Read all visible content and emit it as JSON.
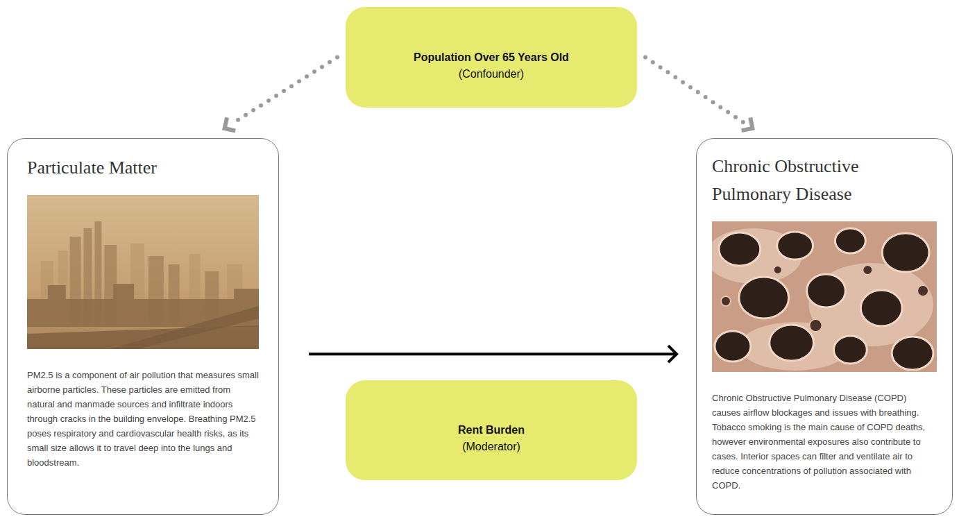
{
  "diagram": {
    "nodes": [
      {
        "text": [
          "Population Over 65 Years Old",
          "(Confounder)"
        ]
      },
      {
        "text": [
          "Particulate Matter",
          "PM2.5 is a component of air pollution that measures small airborne particles. These particles are emitted from natural and manmade sources and infiltrate indoors through cracks in the building envelope. Breathing PM2.5 poses respiratory and cardiovascular health risks, as its small size allows it to travel deep into the lungs and bloodstream."
        ]
      },
      {
        "text": [
          "Rent Burden",
          "(Moderator)"
        ]
      },
      {
        "text": [
          "Chronic Obstructive Pulmonary Disease",
          "Chronic Obstructive Pulmonary Disease (COPD) causes airflow blockages and issues with breathing. Tobacco smoking is the main cause of COPD deaths, however environmental exposures also contribute to cases. Interior spaces can filter and ventilate air to reduce concentrations of pollution associated with COPD."
        ]
      }
    ],
    "edges": [
      {
        "from": 0,
        "to": 1,
        "arrow": "to"
      },
      {
        "from": 0,
        "to": 3,
        "arrow": "to"
      },
      {
        "from": 1,
        "to": 3,
        "arrow": "to"
      }
    ]
  }
}
